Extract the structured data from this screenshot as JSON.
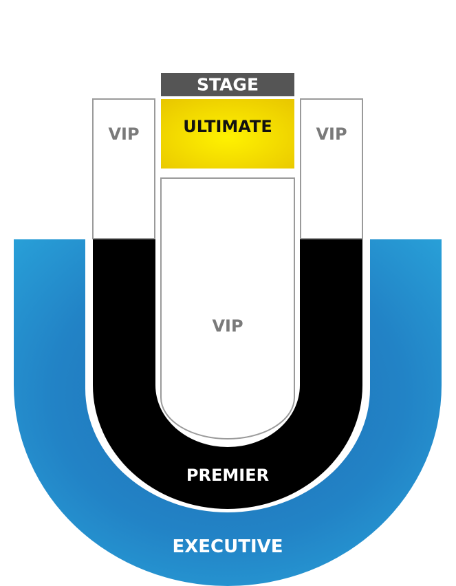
{
  "map": {
    "stage": "STAGE",
    "sections": {
      "ultimate": "ULTIMATE",
      "vip_left": "VIP",
      "vip_right": "VIP",
      "vip_center": "VIP",
      "premier": "PREMIER",
      "executive": "EXECUTIVE"
    }
  },
  "colors": {
    "stage": "#555555",
    "ultimate": "#f2d500",
    "vip_fill": "#ffffff",
    "vip_stroke": "#8a8a8a",
    "vip_text": "#7a7a7a",
    "premier": "#000000",
    "executive_light": "#2aa6dc",
    "executive_dark": "#1f74b8"
  }
}
